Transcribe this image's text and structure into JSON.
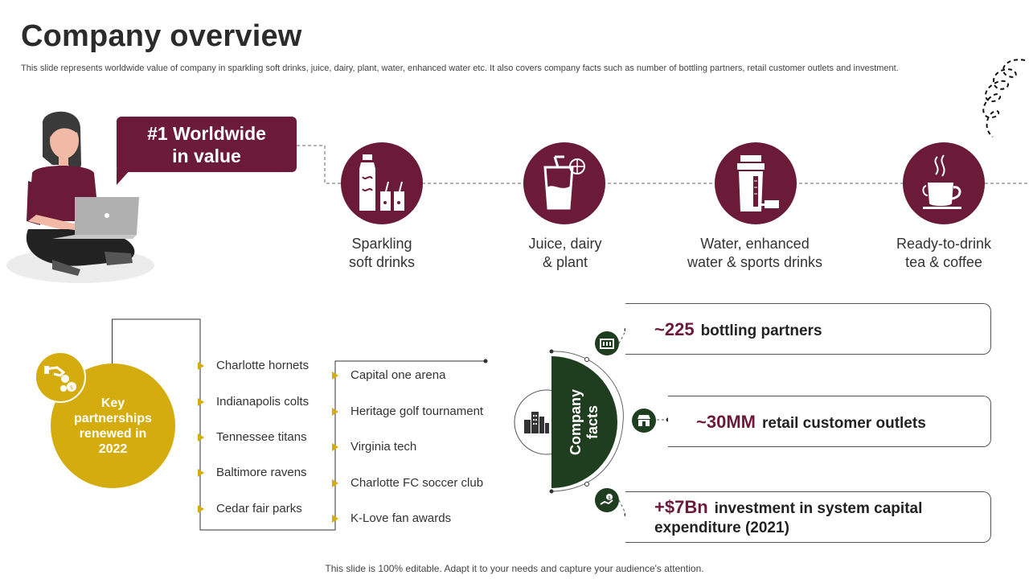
{
  "header": {
    "title": "Company overview",
    "subtitle": "This slide represents worldwide value of company in sparkling soft drinks, juice, dairy, plant, water, enhanced water etc. It also covers company facts such as number of bottling partners, retail customer outlets and investment."
  },
  "callout": {
    "line1": "#1 Worldwide",
    "line2": "in value"
  },
  "categories": [
    {
      "line1": "Sparkling",
      "line2": "soft drinks",
      "icon": "bottle-glasses-icon"
    },
    {
      "line1": "Juice, dairy",
      "line2": "& plant",
      "icon": "juice-glass-icon"
    },
    {
      "line1": "Water, enhanced",
      "line2": "water & sports drinks",
      "icon": "shaker-icon"
    },
    {
      "line1": "Ready-to-drink",
      "line2": "tea & coffee",
      "icon": "coffee-cup-icon"
    }
  ],
  "partnerships": {
    "title_lines": [
      "Key",
      "partnerships",
      "renewed in",
      "2022"
    ],
    "column1": [
      "Charlotte hornets",
      "Indianapolis colts",
      "Tennessee titans",
      "Baltimore ravens",
      "Cedar fair parks"
    ],
    "column2": [
      "Capital one arena",
      "Heritage golf tournament",
      "Virginia tech",
      "Charlotte FC soccer club",
      "K-Love fan awards"
    ]
  },
  "facts": {
    "label_line1": "Company",
    "label_line2": "facts",
    "items": [
      {
        "number": "~225",
        "text": "bottling partners",
        "icon": "bottling-icon"
      },
      {
        "number": "~30MM",
        "text": "retail customer outlets",
        "icon": "store-icon"
      },
      {
        "number": "+$7Bn",
        "text": "investment in system capital",
        "text2": "expenditure (2021)",
        "icon": "investment-icon"
      }
    ]
  },
  "footer": "This slide is 100% editable. Adapt it to your needs and capture your audience's attention.",
  "colors": {
    "maroon": "#6b1a38",
    "gold": "#d4ac0d",
    "dark_green": "#1f3d1f"
  }
}
